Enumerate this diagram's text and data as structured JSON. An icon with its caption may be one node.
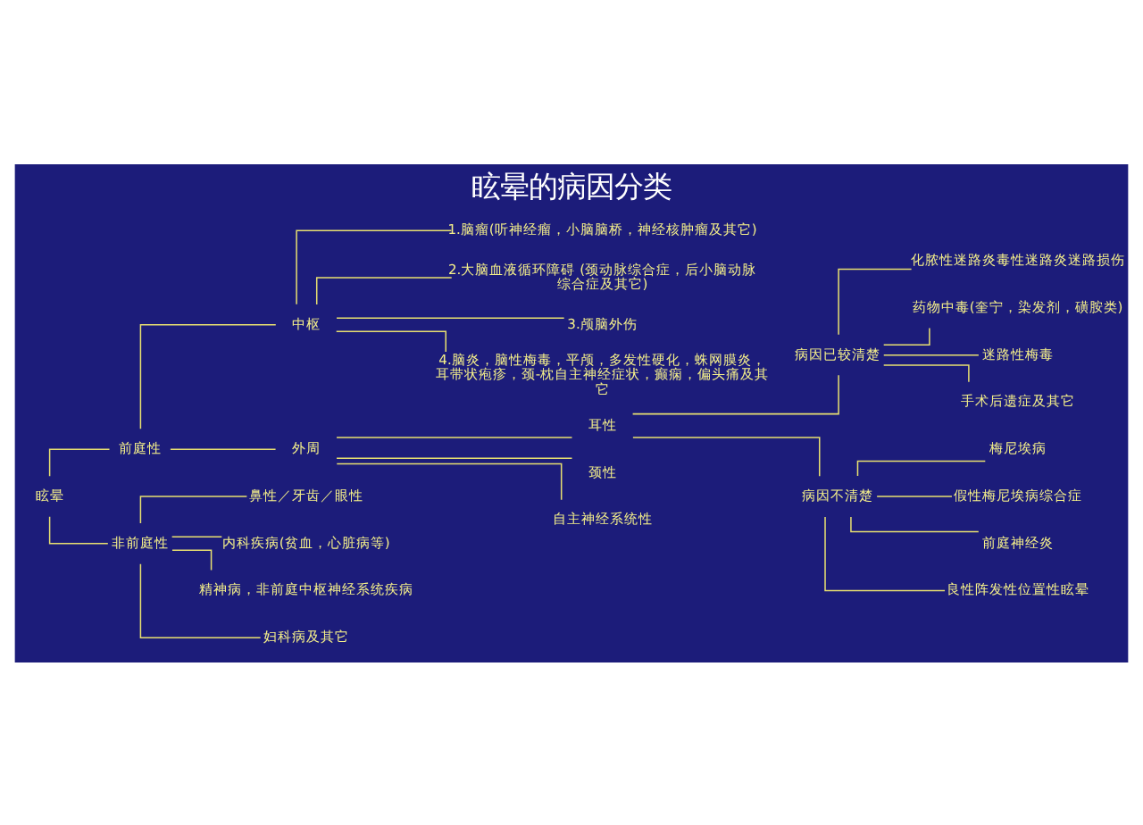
{
  "diagram": {
    "title": "眩晕的病因分类",
    "nodes": [
      {
        "text": [
          "眩晕"
        ]
      },
      {
        "text": [
          "前庭性"
        ]
      },
      {
        "text": [
          "中枢"
        ]
      },
      {
        "text": [
          "1.脑瘤(听神经瘤，小脑脑桥，神经核肿瘤及其它)"
        ]
      },
      {
        "text": [
          "2.大脑血液循环障碍 (颈动脉综合症，后小脑动脉综合症及其它)"
        ]
      },
      {
        "text": [
          "3.颅脑外伤"
        ]
      },
      {
        "text": [
          "4.脑炎，脑性梅毒，平颅，多发性硬化，蛛网膜炎，耳带状疱疹，颈-枕自主神经症状，癫痫，偏头痛及其它"
        ]
      },
      {
        "text": [
          "外周"
        ]
      },
      {
        "text": [
          "耳性"
        ]
      },
      {
        "text": [
          "病因已较清楚"
        ]
      },
      {
        "text": [
          "化脓性迷路炎毒性迷路炎迷路损伤"
        ]
      },
      {
        "text": [
          "药物中毒(奎宁，染发剂，磺胺类)"
        ]
      },
      {
        "text": [
          "迷路性梅毒"
        ]
      },
      {
        "text": [
          "手术后遗症及其它"
        ]
      },
      {
        "text": [
          "病因不清楚"
        ]
      },
      {
        "text": [
          "梅尼埃病"
        ]
      },
      {
        "text": [
          "假性梅尼埃病综合症"
        ]
      },
      {
        "text": [
          "前庭神经炎"
        ]
      },
      {
        "text": [
          "良性阵发性位置性眩晕"
        ]
      },
      {
        "text": [
          "颈性"
        ]
      },
      {
        "text": [
          "自主神经系统性"
        ]
      },
      {
        "text": [
          "非前庭性"
        ]
      },
      {
        "text": [
          "鼻性／牙齿／眼性"
        ]
      },
      {
        "text": [
          "内科疾病(贫血，心脏病等)"
        ]
      },
      {
        "text": [
          "精神病，非前庭中枢神经系统疾病"
        ]
      },
      {
        "text": [
          "妇科病及其它"
        ]
      }
    ],
    "edges": [
      {
        "from": 0,
        "to": 1,
        "arrow": "none"
      },
      {
        "from": 0,
        "to": 21,
        "arrow": "none"
      },
      {
        "from": 1,
        "to": 2,
        "arrow": "none"
      },
      {
        "from": 1,
        "to": 7,
        "arrow": "none"
      },
      {
        "from": 2,
        "to": 3,
        "arrow": "none"
      },
      {
        "from": 2,
        "to": 4,
        "arrow": "none"
      },
      {
        "from": 2,
        "to": 5,
        "arrow": "none"
      },
      {
        "from": 2,
        "to": 6,
        "arrow": "none"
      },
      {
        "from": 7,
        "to": 8,
        "arrow": "none"
      },
      {
        "from": 7,
        "to": 19,
        "arrow": "none"
      },
      {
        "from": 7,
        "to": 20,
        "arrow": "none"
      },
      {
        "from": 8,
        "to": 9,
        "arrow": "none"
      },
      {
        "from": 8,
        "to": 14,
        "arrow": "none"
      },
      {
        "from": 9,
        "to": 10,
        "arrow": "none"
      },
      {
        "from": 9,
        "to": 11,
        "arrow": "none"
      },
      {
        "from": 9,
        "to": 12,
        "arrow": "none"
      },
      {
        "from": 9,
        "to": 13,
        "arrow": "none"
      },
      {
        "from": 14,
        "to": 15,
        "arrow": "none"
      },
      {
        "from": 14,
        "to": 16,
        "arrow": "none"
      },
      {
        "from": 14,
        "to": 17,
        "arrow": "none"
      },
      {
        "from": 14,
        "to": 18,
        "arrow": "none"
      },
      {
        "from": 21,
        "to": 22,
        "arrow": "none"
      },
      {
        "from": 21,
        "to": 23,
        "arrow": "none"
      },
      {
        "from": 21,
        "to": 24,
        "arrow": "none"
      },
      {
        "from": 21,
        "to": 25,
        "arrow": "none"
      }
    ]
  }
}
